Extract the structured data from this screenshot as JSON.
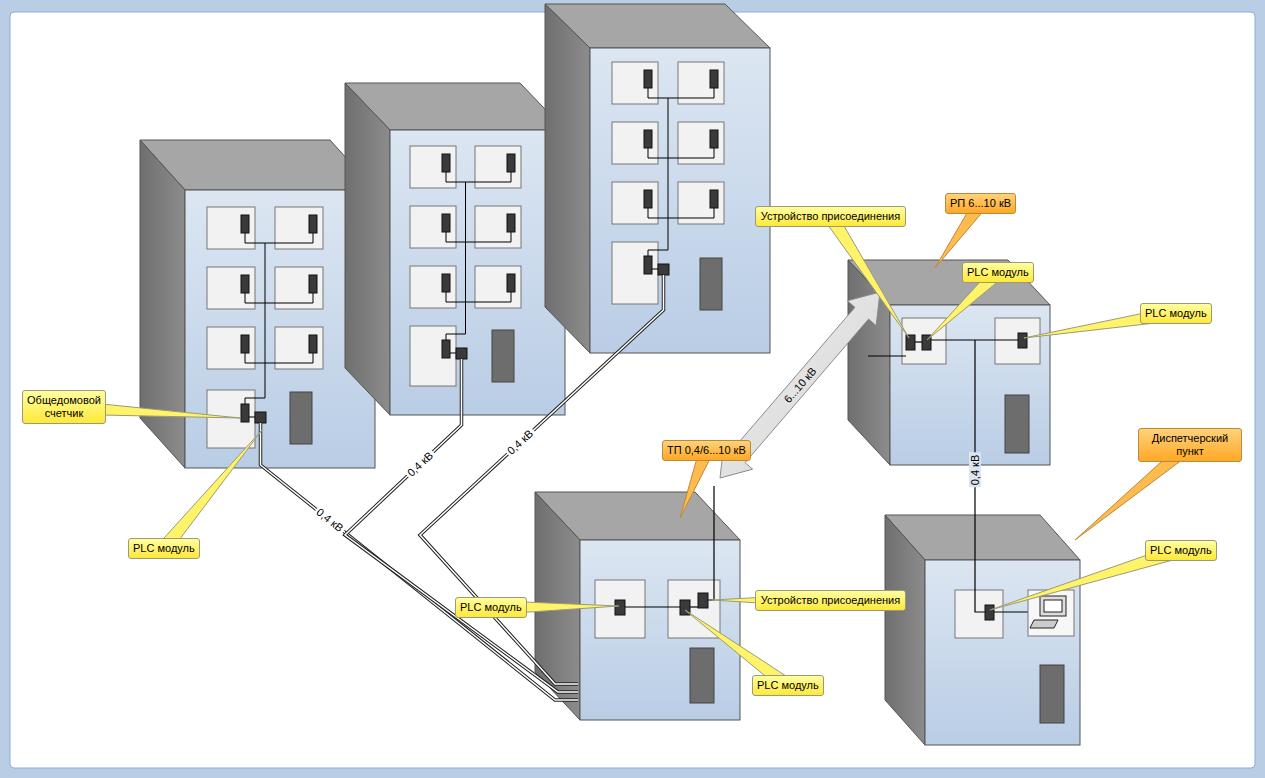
{
  "diagram": {
    "nodes": [
      {
        "text": [
          "РП 6...10 кВ"
        ]
      },
      {
        "text": [
          "Устройство присоединения"
        ]
      },
      {
        "text": [
          "PLC модуль"
        ]
      },
      {
        "text": [
          "PLC модуль"
        ]
      },
      {
        "text": [
          "Общедомовой счетчик"
        ]
      },
      {
        "text": [
          "ТП 0,4/6...10 кВ"
        ]
      },
      {
        "text": [
          "Диспетчерский пункт"
        ]
      },
      {
        "text": [
          "PLC модуль"
        ]
      },
      {
        "text": [
          "PLC модуль"
        ]
      },
      {
        "text": [
          "PLC модуль"
        ]
      },
      {
        "text": [
          "Устройство присоединения"
        ]
      },
      {
        "text": [
          "PLC модуль"
        ]
      }
    ],
    "labels": [
      "0,4 кВ",
      "0,4 кВ",
      "0,4 кВ",
      "0,4 кВ",
      "6...10 кВ"
    ]
  }
}
